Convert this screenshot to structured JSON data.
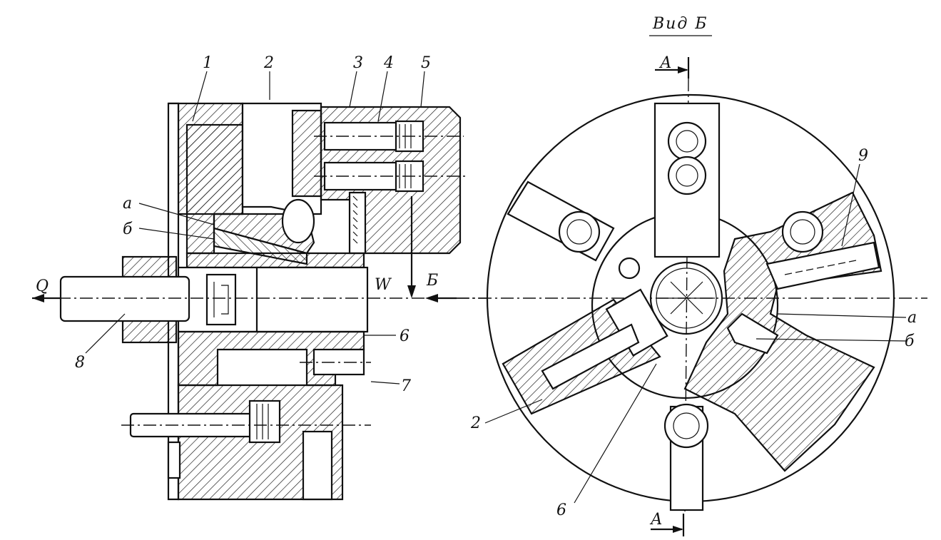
{
  "view_title": "Вид Б",
  "section_marker": "А",
  "view_marker": "Б",
  "force_q": "Q",
  "force_w": "W",
  "left_callouts": {
    "c1": "1",
    "c2": "2",
    "c3": "3",
    "c4": "4",
    "c5": "5",
    "c6": "6",
    "c7": "7",
    "c8": "8",
    "ca": "а",
    "cb": "б"
  },
  "right_callouts": {
    "c9": "9",
    "c2": "2",
    "c6": "6",
    "ca": "а",
    "cb": "б"
  }
}
